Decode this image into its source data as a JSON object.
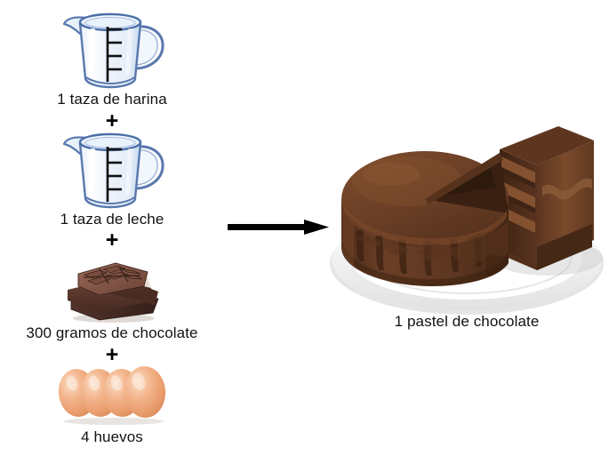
{
  "diagram": {
    "title_text": "",
    "operator_symbol": "+",
    "colors": {
      "glass_fill": "#eef4fb",
      "glass_outline": "#4a6ea8",
      "glass_highlight": "#ffffff",
      "scale_mark": "#111111",
      "chocolate_light": "#8a5a49",
      "chocolate_mid": "#6b4236",
      "chocolate_dark": "#462a21",
      "egg_light": "#f7c9a6",
      "egg_mid": "#f0a878",
      "egg_dark": "#d98a58",
      "cake_top": "#6b3f26",
      "cake_icing": "#52301c",
      "cake_layer_light": "#8a5633",
      "cake_layer_dark": "#4a2a17",
      "plate_white": "#ffffff",
      "plate_shadow": "#d8d8d8",
      "arrow_black": "#000000",
      "text_black": "#121212",
      "background": "#ffffff"
    },
    "ingredients": [
      {
        "id": "flour",
        "icon": "measuring-cup-icon",
        "label": "1 taza de harina",
        "operator_after": "+"
      },
      {
        "id": "milk",
        "icon": "measuring-cup-icon",
        "label": "1 taza de leche",
        "operator_after": "+"
      },
      {
        "id": "chocolate",
        "icon": "chocolate-bar-icon",
        "label": "300 gramos de chocolate",
        "operator_after": "+"
      },
      {
        "id": "eggs",
        "icon": "eggs-icon",
        "label": "4 huevos",
        "operator_after": ""
      }
    ],
    "arrow": {
      "icon": "right-arrow-icon",
      "direction": "right"
    },
    "result": {
      "id": "cake",
      "icon": "chocolate-cake-on-plate-icon",
      "label": "1 pastel de chocolate"
    }
  }
}
